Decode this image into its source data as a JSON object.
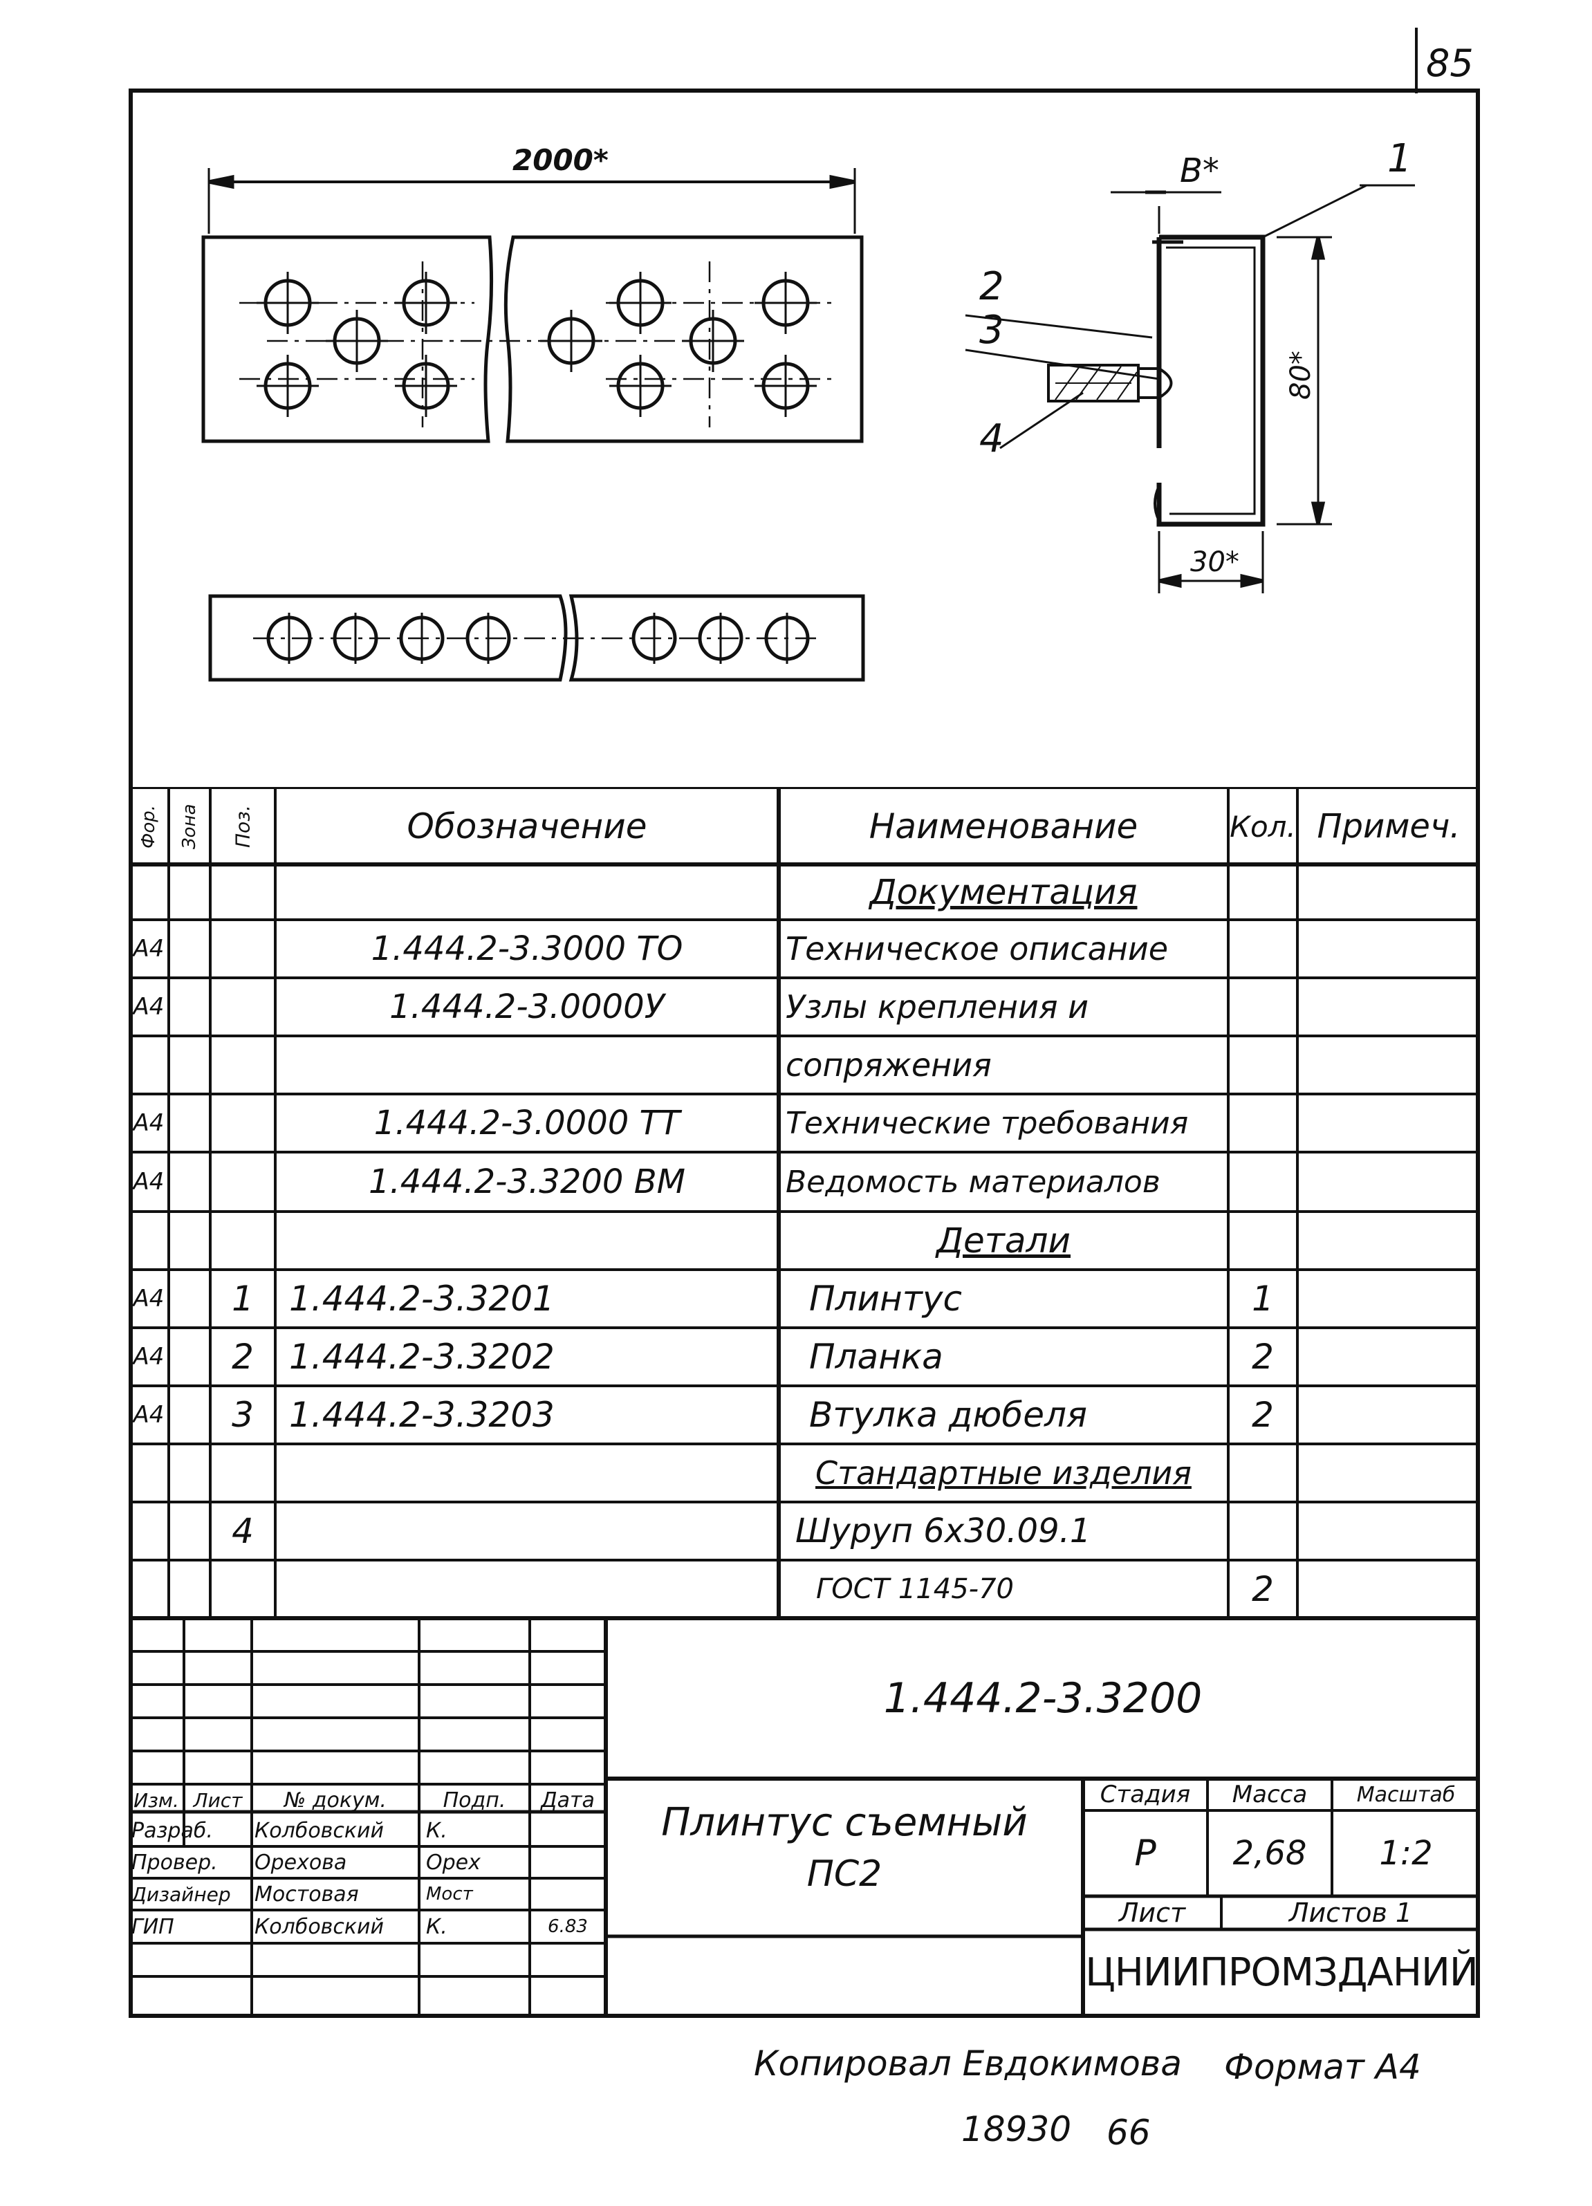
{
  "sheet_corner_number": "85",
  "drawing": {
    "length_dim": "2000*",
    "width_dim": "B*",
    "height_dim": "80*",
    "depth_dim": "30*",
    "callouts": [
      "1",
      "2",
      "3",
      "4"
    ]
  },
  "spec_table": {
    "headers": {
      "format": "Фор.",
      "zone": "Зона",
      "pos": "Поз.",
      "designation": "Обозначение",
      "name": "Наименование",
      "qty": "Кол.",
      "note": "Примеч."
    },
    "rows": [
      {
        "format": "",
        "pos": "",
        "designation": "",
        "name": "Документация",
        "qty": "",
        "section": true
      },
      {
        "format": "А4",
        "pos": "",
        "designation": "1.444.2-3.3000 ТО",
        "name": "Техническое описание",
        "qty": ""
      },
      {
        "format": "А4",
        "pos": "",
        "designation": "1.444.2-3.0000У",
        "name": "Узлы крепления и",
        "qty": ""
      },
      {
        "format": "",
        "pos": "",
        "designation": "",
        "name": "сопряжения",
        "qty": ""
      },
      {
        "format": "А4",
        "pos": "",
        "designation": "1.444.2-3.0000 ТТ",
        "name": "Технические требования",
        "qty": ""
      },
      {
        "format": "А4",
        "pos": "",
        "designation": "1.444.2-3.3200 ВМ",
        "name": "Ведомость материалов",
        "qty": ""
      },
      {
        "format": "",
        "pos": "",
        "designation": "",
        "name": "Детали",
        "qty": "",
        "section": true
      },
      {
        "format": "А4",
        "pos": "1",
        "designation": "1.444.2-3.3201",
        "name": "Плинтус",
        "qty": "1"
      },
      {
        "format": "А4",
        "pos": "2",
        "designation": "1.444.2-3.3202",
        "name": "Планка",
        "qty": "2"
      },
      {
        "format": "А4",
        "pos": "3",
        "designation": "1.444.2-3.3203",
        "name": "Втулка дюбеля",
        "qty": "2"
      },
      {
        "format": "",
        "pos": "",
        "designation": "",
        "name": "Стандартные изделия",
        "qty": "",
        "section": true
      },
      {
        "format": "",
        "pos": "4",
        "designation": "",
        "name": "Шуруп 6х30.09.1",
        "qty": ""
      },
      {
        "format": "",
        "pos": "",
        "designation": "",
        "name": "ГОСТ 1145-70",
        "qty": "2"
      }
    ]
  },
  "title_block": {
    "doc_code": "1.444.2-3.3200",
    "title_line1": "Плинтус съемный",
    "title_line2": "ПС2",
    "stage_label": "Стадия",
    "mass_label": "Масса",
    "scale_label": "Масштаб",
    "stage": "Р",
    "mass": "2,68",
    "scale": "1:2",
    "sheet_label": "Лист",
    "sheets_label": "Листов 1",
    "org": "ЦНИИПРОМЗДАНИЙ",
    "col_headers": [
      "Изм.",
      "Лист",
      "№ докум.",
      "Подп.",
      "Дата"
    ],
    "roles": [
      {
        "role": "Разраб.",
        "name": "Колбовский",
        "sign": "К.",
        "date": ""
      },
      {
        "role": "Провер.",
        "name": "Орехова",
        "sign": "Орех",
        "date": ""
      },
      {
        "role": "Дизайнер",
        "name": "Мостовая",
        "sign": "Мост",
        "date": ""
      },
      {
        "role": "ГИП",
        "name": "Колбовский",
        "sign": "К.",
        "date": "6.83"
      }
    ]
  },
  "footer": {
    "copied": "Копировал Евдокимова",
    "format": "Формат А4",
    "archive_no": "18930",
    "page_no": "66"
  }
}
